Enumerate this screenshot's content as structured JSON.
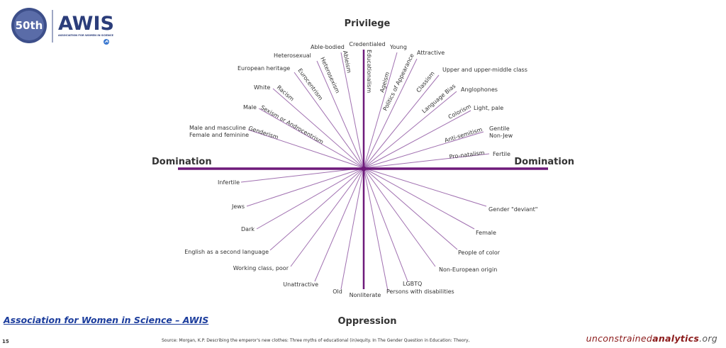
{
  "header": {
    "logo_badge": "50th",
    "logo_title": "AWIS",
    "logo_subtitle": "ASSOCIATION FOR WOMEN IN SCIENCE"
  },
  "colors": {
    "accent": "#6e1a7a",
    "spoke": "#a070b0",
    "link": "#1b3c9c",
    "brand_red": "#8b1a1a"
  },
  "diagram": {
    "top_title": "Privilege",
    "bottom_title": "Oppression",
    "left_title": "Domination",
    "right_title": "Domination",
    "privilege_labels": [
      "Credentialed",
      "Able-bodied",
      "Young",
      "Heterosexual",
      "Attractive",
      "European heritage",
      "Upper and upper-middle class",
      "White",
      "Anglophones",
      "Male",
      "Light, pale",
      "Male and masculine",
      "Female and feminine",
      "Gentile",
      "Non-Jew",
      "Fertile"
    ],
    "systems": [
      "Educationalism",
      "Ableism",
      "Ageism",
      "Heterosexism",
      "Politics of Appearance",
      "Eurocentrism",
      "Classism",
      "Racism",
      "Language Bias",
      "Sexism or Androcentrism",
      "Colorism",
      "Genderism",
      "Anti-semitism",
      "Pro-natalism"
    ],
    "oppression_labels": [
      "Infertile",
      "Jews",
      "Dark",
      "English as a second language",
      "Working class, poor",
      "Unattractive",
      "Old",
      "Nonliterate",
      "Persons with disabilities",
      "LGBTQ",
      "Non-European origin",
      "People of color",
      "Female",
      "Gender \"deviant\""
    ]
  },
  "footer": {
    "link_text": "Association for Women in Science – AWIS",
    "page_number": "15",
    "source": "Source: Morgan, K.P. Describing the emperor's new clothes: Three myths of educational (in)equity. In The Gender Question in Education: Theory,",
    "brand_part1": "unconstrained",
    "brand_part2": "analytics",
    "brand_part3": ".org"
  }
}
